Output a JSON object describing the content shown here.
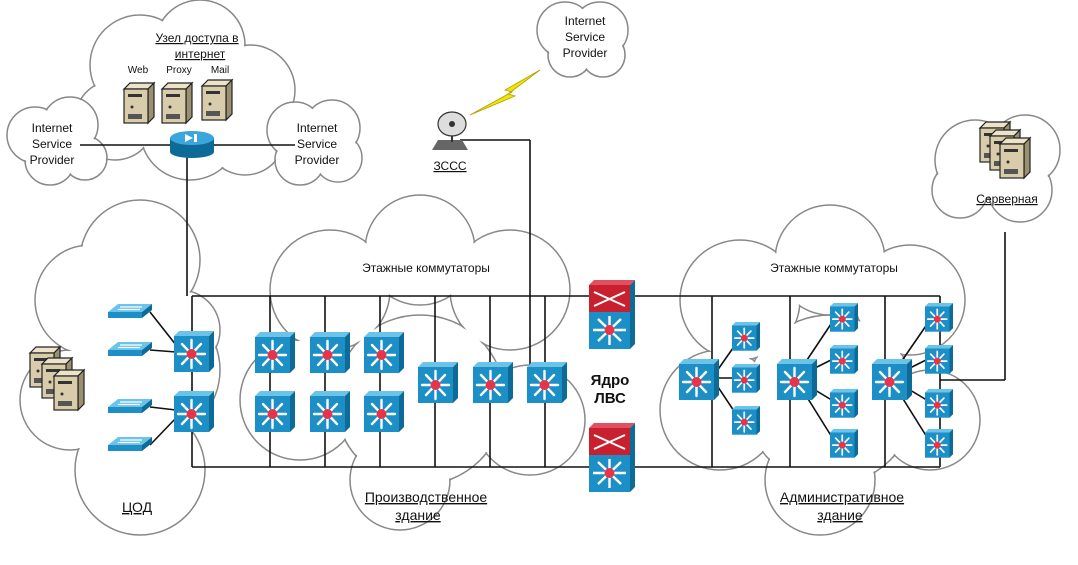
{
  "clouds": {
    "internet_node": {
      "title_line1": "Узел доступа в",
      "title_line2": "интернет",
      "servers": [
        "Web",
        "Proxy",
        "Mail"
      ]
    },
    "isp_left": [
      "Internet",
      "Service",
      "Provider"
    ],
    "isp_right": [
      "Internet",
      "Service",
      "Provider"
    ],
    "isp_top": [
      "Internet",
      "Service",
      "Provider"
    ],
    "server_room": "Серверная",
    "datacenter": "ЦОД",
    "production": {
      "floor_switches": "Этажные коммутаторы",
      "name_line1": "Производственное",
      "name_line2": "здание"
    },
    "admin": {
      "floor_switches": "Этажные коммутаторы",
      "name_line1": "Административное",
      "name_line2": "здание"
    }
  },
  "satellite": "ЗССС",
  "core": {
    "line1": "Ядро",
    "line2": "ЛВС"
  },
  "colors": {
    "switch_blue": "#1b8fc6",
    "router_red": "#c8202e",
    "center_red": "#e8344a",
    "cloud_stroke": "#888888",
    "bolt_yellow": "#f2e600"
  }
}
